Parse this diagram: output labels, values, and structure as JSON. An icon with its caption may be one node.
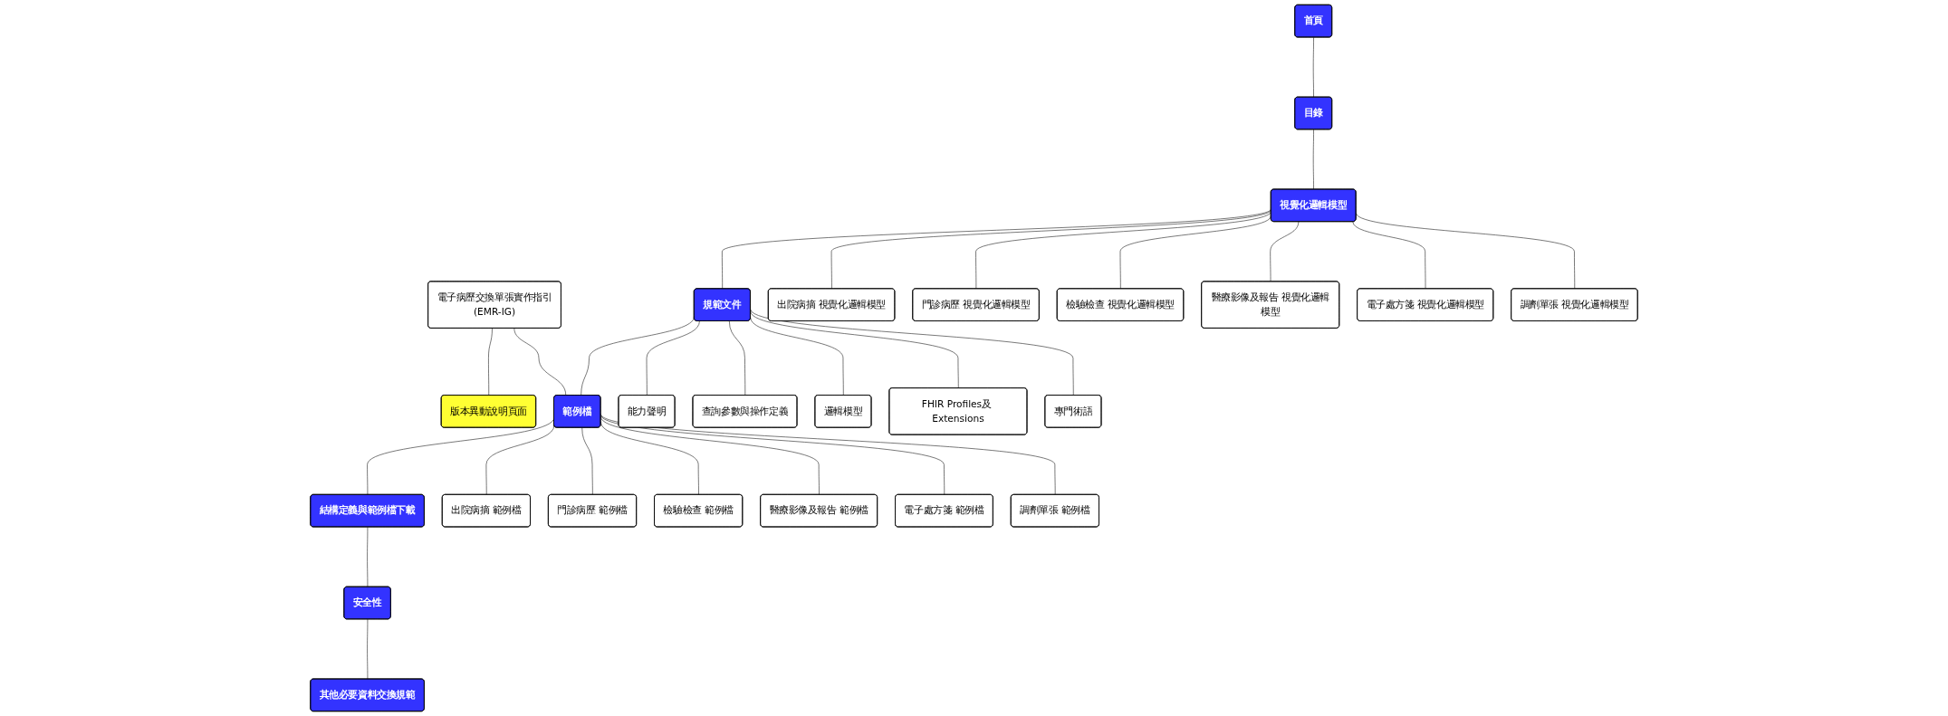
{
  "diagram": {
    "nodes": [
      {
        "text": [
          "電子病歷交換單張實作指引",
          "(EMR-IG)"
        ]
      },
      {
        "text": [
          "版本異動說明頁面"
        ]
      },
      {
        "text": [
          "首頁"
        ]
      },
      {
        "text": [
          "目錄"
        ]
      },
      {
        "text": [
          "視覺化邏輯模型"
        ]
      },
      {
        "text": [
          "規範文件"
        ]
      },
      {
        "text": [
          "範例檔"
        ]
      },
      {
        "text": [
          "結構定義與範例檔下載"
        ]
      },
      {
        "text": [
          "安全性"
        ]
      },
      {
        "text": [
          "其他必要資料交換規範"
        ]
      },
      {
        "text": [
          "出院病摘 視覺化邏輯模型"
        ]
      },
      {
        "text": [
          "門診病歷 視覺化邏輯模型"
        ]
      },
      {
        "text": [
          "檢驗檢查 視覺化邏輯模型"
        ]
      },
      {
        "text": [
          "醫療影像及報告 視覺化邏輯模型"
        ]
      },
      {
        "text": [
          "電子處方箋 視覺化邏輯模型"
        ]
      },
      {
        "text": [
          "調劑單張 視覺化邏輯模型"
        ]
      },
      {
        "text": [
          "能力聲明"
        ]
      },
      {
        "text": [
          "查詢參數與操作定義"
        ]
      },
      {
        "text": [
          "邏輯模型"
        ]
      },
      {
        "text": [
          "FHIR Profiles及 Extensions"
        ]
      },
      {
        "text": [
          "專門術語"
        ]
      },
      {
        "text": [
          "出院病摘 範例檔"
        ]
      },
      {
        "text": [
          "門診病歷 範例檔"
        ]
      },
      {
        "text": [
          "檢驗檢查 範例檔"
        ]
      },
      {
        "text": [
          "醫療影像及報告 範例檔"
        ]
      },
      {
        "text": [
          "電子處方箋 範例檔"
        ]
      },
      {
        "text": [
          "調劑單張 範例檔"
        ]
      }
    ],
    "edges": [
      {
        "from": 0,
        "to": 1,
        "arrow": "none"
      },
      {
        "from": 0,
        "to": 6,
        "arrow": "none"
      },
      {
        "from": 2,
        "to": 3,
        "arrow": "none"
      },
      {
        "from": 3,
        "to": 4,
        "arrow": "none"
      },
      {
        "from": 4,
        "to": 5,
        "arrow": "none"
      },
      {
        "from": 5,
        "to": 6,
        "arrow": "none"
      },
      {
        "from": 6,
        "to": 7,
        "arrow": "none"
      },
      {
        "from": 7,
        "to": 8,
        "arrow": "none"
      },
      {
        "from": 8,
        "to": 9,
        "arrow": "none"
      },
      {
        "from": 4,
        "to": 10,
        "arrow": "none"
      },
      {
        "from": 4,
        "to": 11,
        "arrow": "none"
      },
      {
        "from": 4,
        "to": 12,
        "arrow": "none"
      },
      {
        "from": 4,
        "to": 13,
        "arrow": "none"
      },
      {
        "from": 4,
        "to": 14,
        "arrow": "none"
      },
      {
        "from": 4,
        "to": 15,
        "arrow": "none"
      },
      {
        "from": 5,
        "to": 16,
        "arrow": "none"
      },
      {
        "from": 5,
        "to": 17,
        "arrow": "none"
      },
      {
        "from": 5,
        "to": 18,
        "arrow": "none"
      },
      {
        "from": 5,
        "to": 19,
        "arrow": "none"
      },
      {
        "from": 5,
        "to": 20,
        "arrow": "none"
      },
      {
        "from": 6,
        "to": 21,
        "arrow": "none"
      },
      {
        "from": 6,
        "to": 22,
        "arrow": "none"
      },
      {
        "from": 6,
        "to": 23,
        "arrow": "none"
      },
      {
        "from": 6,
        "to": 24,
        "arrow": "none"
      },
      {
        "from": 6,
        "to": 25,
        "arrow": "none"
      },
      {
        "from": 6,
        "to": 26,
        "arrow": "none"
      }
    ]
  }
}
